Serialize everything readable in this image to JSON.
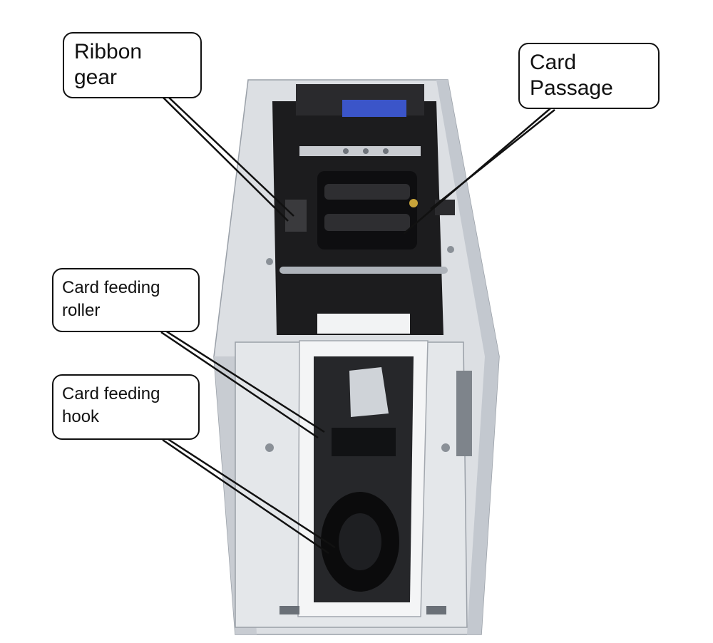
{
  "labels": {
    "ribbon_gear": [
      "Ribbon",
      "gear"
    ],
    "card_passage": [
      "Card",
      "Passage"
    ],
    "card_feeding_roller": [
      "Card feeding",
      "roller"
    ],
    "card_feeding_hook": [
      "Card feeding",
      "hook"
    ]
  },
  "colors": {
    "housing": "#dcdfe3",
    "housing_shadow": "#b9bec5",
    "interior": "#1c1c1e",
    "hopper": "#eaecef",
    "leader_line": "#111111",
    "callout_border": "#111111"
  }
}
